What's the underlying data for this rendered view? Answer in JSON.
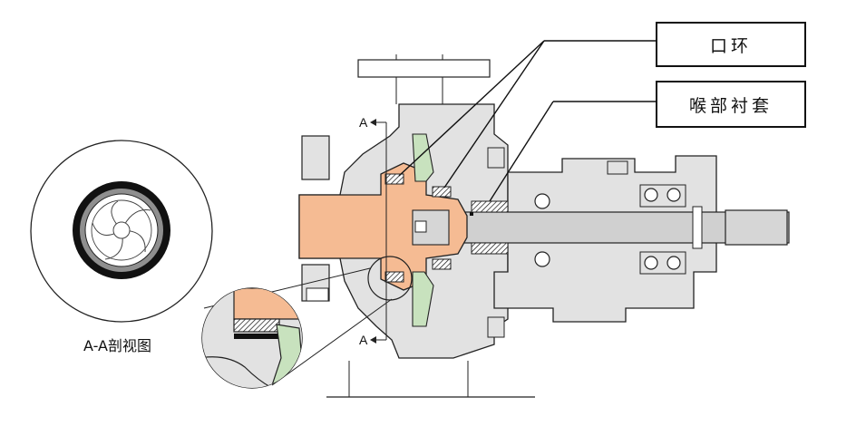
{
  "callouts": {
    "wear_ring": "口环",
    "throat_bushing": "喉部衬套"
  },
  "section_view": {
    "caption": "A-A剖视图",
    "marker_top": "A",
    "marker_bottom": "A"
  },
  "colors": {
    "casing": "#e2e2e2",
    "outline": "#222222",
    "impeller": "#f5bb93",
    "diffuser_liner": "#c8e2be",
    "shaft": "#d0d0d0",
    "bearing_ball": "#ffffff",
    "packing_dark": "#111111",
    "ring_outer": "#111111",
    "ring_mid": "#8f8f8f"
  }
}
